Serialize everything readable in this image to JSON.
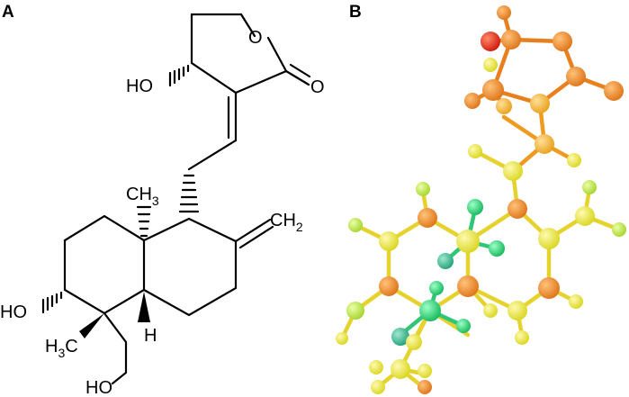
{
  "panel_a": {
    "letter": "A",
    "labels": {
      "ring_oxygen": "O",
      "carbonyl_oxygen": "O",
      "hydroxyl_top": "HO",
      "methyl_top": "CH",
      "methyl_top_sub": "3",
      "methylene": "CH",
      "methylene_sub": "2",
      "hydroxyl_left": "HO",
      "methyl_bottom_h": "H",
      "methyl_bottom_sub": "3",
      "methyl_bottom_c": "C",
      "hydrogen": "H",
      "hydroxyl_bottom": "HO"
    }
  },
  "panel_b": {
    "letter": "B",
    "colors": {
      "red": "#e0190f",
      "orange": "#e8801e",
      "amber": "#f0a81e",
      "yellow": "#e8e62a",
      "lime": "#b8e23a",
      "green": "#22c96a",
      "teal": "#2fb58a"
    }
  }
}
